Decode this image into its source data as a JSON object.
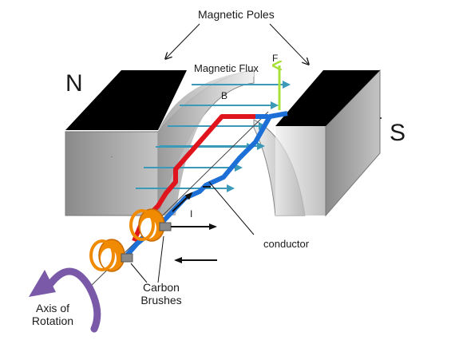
{
  "labels": {
    "magnetic_poles": "Magnetic Poles",
    "north": "N",
    "south": "S",
    "magnetic_flux": "Magnetic Flux",
    "force": "F",
    "field": "B",
    "current": "I",
    "conductor": "conductor",
    "carbon_brushes_line1": "Carbon",
    "carbon_brushes_line2": "Brushes",
    "axis_line1": "Axis of",
    "axis_line2": "Rotation"
  },
  "colors": {
    "pole_face": "#b5b5b5",
    "pole_top": "#000000",
    "flux_arrow": "#3a9ab8",
    "conductor_red": "#e0141c",
    "conductor_blue": "#1b6fd6",
    "slip_ring": "#f08a00",
    "force_arrow": "#a8e03a",
    "rotation_arrow": "#7a5aa8"
  }
}
